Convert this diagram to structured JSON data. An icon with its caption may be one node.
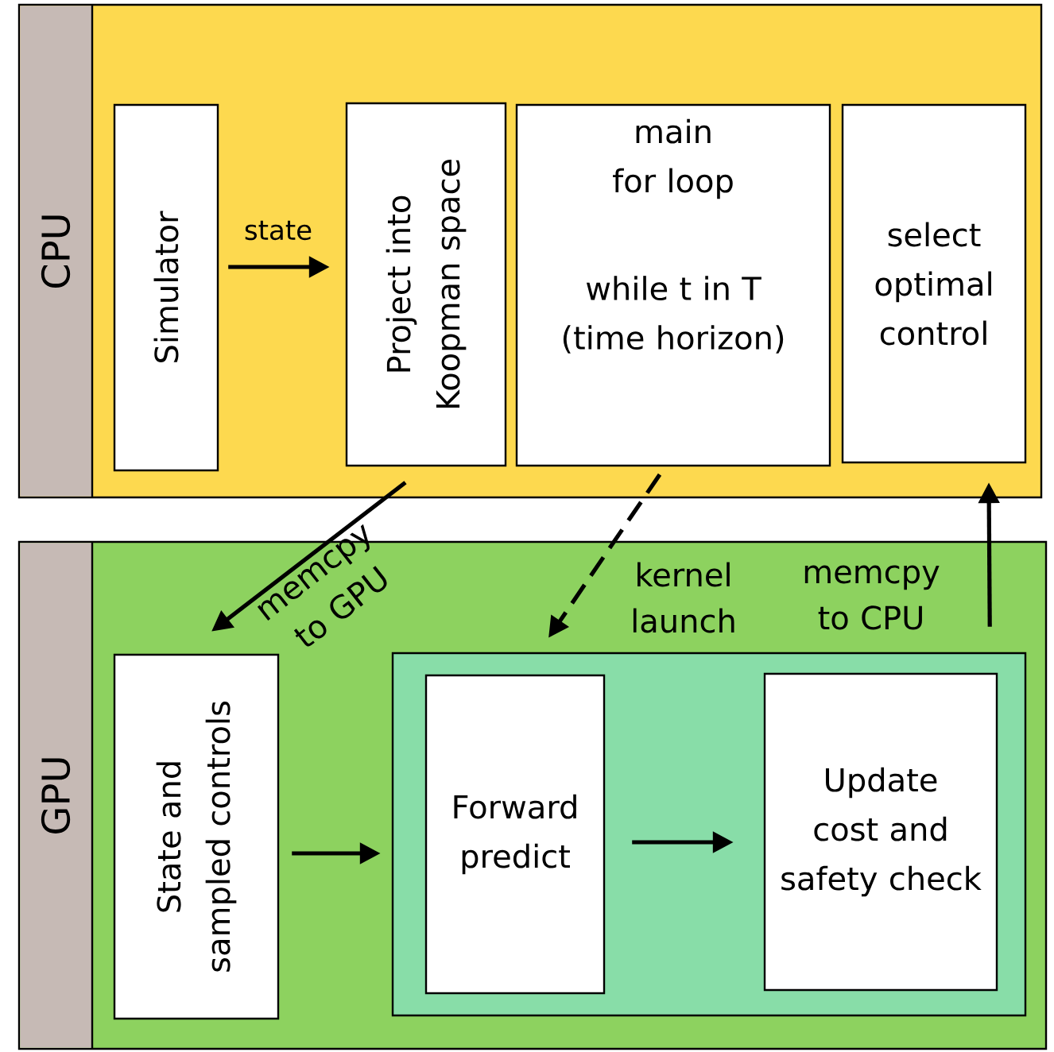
{
  "diagram": {
    "nodes": [
      {
        "text": [
          "CPU"
        ]
      },
      {
        "text": [
          "Simulator"
        ],
        "in": 0
      },
      {
        "text": [
          "Project into Koopman space"
        ],
        "in": 0
      },
      {
        "text": [
          "main for loop",
          "while t in T (time horizon)"
        ],
        "in": 0
      },
      {
        "text": [
          "select optimal control"
        ],
        "in": 0
      },
      {
        "text": [
          "GPU"
        ]
      },
      {
        "text": [
          "State and sampled controls"
        ],
        "in": 5
      },
      {
        "text": [],
        "shape": "box",
        "in": 5
      },
      {
        "text": [
          "Forward predict"
        ],
        "in": 7
      },
      {
        "text": [
          "Update cost and safety check"
        ],
        "in": 7
      }
    ],
    "edges": [
      {
        "from": 1,
        "to": 2,
        "arrow": "to",
        "label": "state"
      },
      {
        "from": 2,
        "to": 6,
        "arrow": "to",
        "label": "memcpy to GPU"
      },
      {
        "from": 3,
        "to": 7,
        "arrow": "to",
        "style": "dashed",
        "label": "kernel launch"
      },
      {
        "from": 7,
        "to": 4,
        "arrow": "to",
        "label": "memcpy to CPU"
      },
      {
        "from": 6,
        "to": 7,
        "arrow": "to"
      },
      {
        "from": 8,
        "to": 9,
        "arrow": "to"
      }
    ]
  }
}
